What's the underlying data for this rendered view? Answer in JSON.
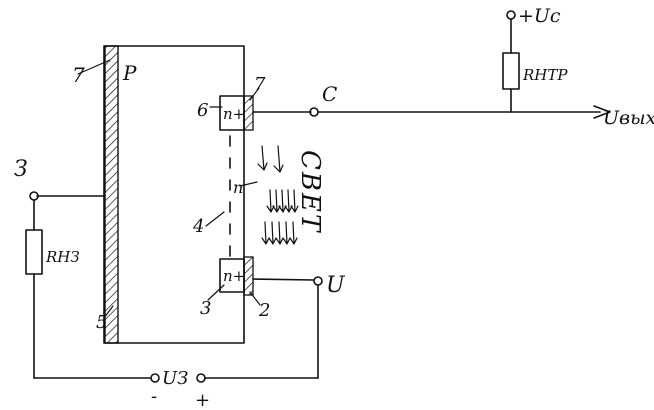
{
  "labels": {
    "layer_p": "P",
    "layer_n": "n",
    "n_plus_top": "n+",
    "n_plus_bottom": "n+",
    "light": "СВЕТ",
    "terminal_gate": "З",
    "terminal_c": "С",
    "terminal_u": "U",
    "supply": "+Uс",
    "resistor_load": "RНТР",
    "resistor_gate": "RНЗ",
    "output": "Uвых",
    "gate_voltage": "UЗ",
    "minus": "-",
    "plus": "+",
    "num_7_left": "7",
    "num_7_right": "7",
    "num_6": "6",
    "num_4": "4",
    "num_5": "5",
    "num_3": "3",
    "num_2": "2"
  }
}
